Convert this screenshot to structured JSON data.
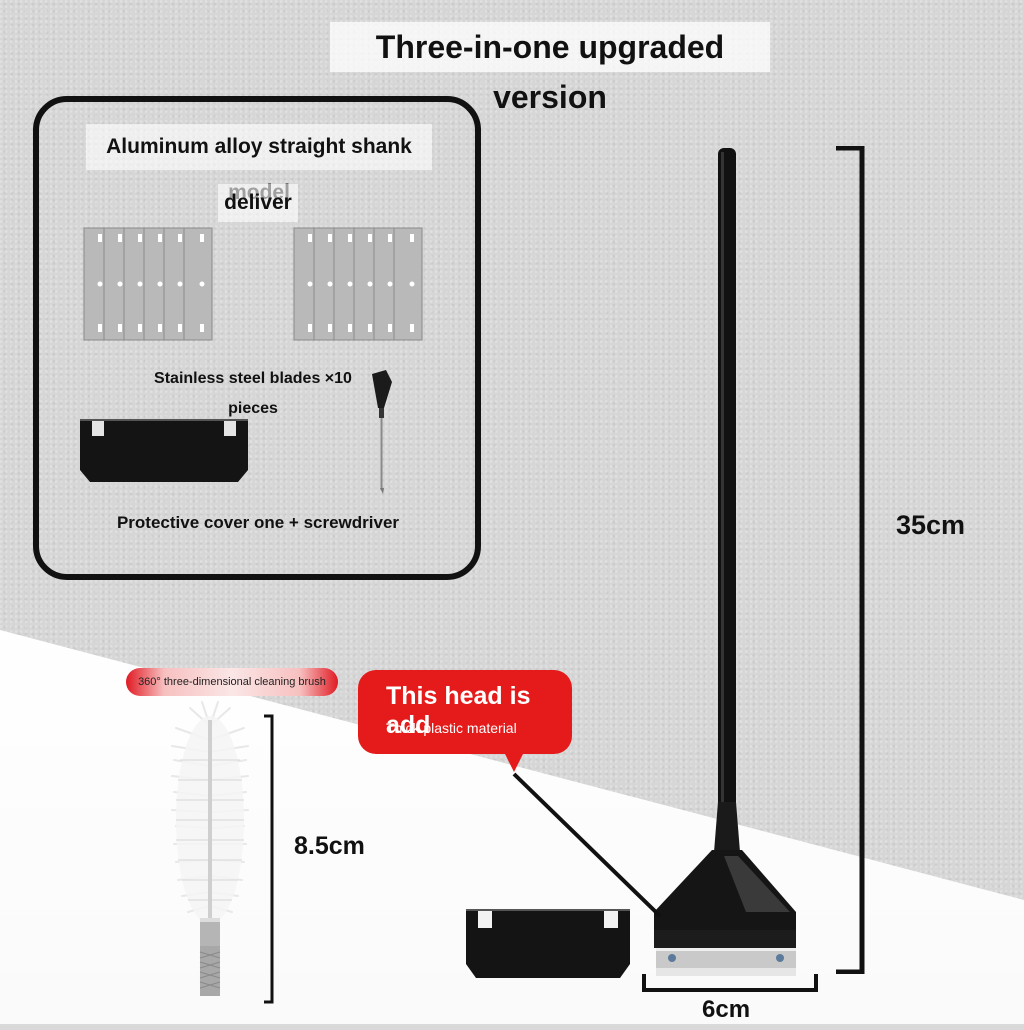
{
  "title": "Three-in-one upgraded version",
  "panel": {
    "model_label": "Aluminum alloy straight shank model",
    "deliver_label": "deliver",
    "blades_label": "Stainless steel blades ×10 pieces",
    "cover_label": "Protective cover one + screwdriver"
  },
  "dimensions": {
    "length": "35cm",
    "brush_length": "8.5cm",
    "head_width": "6cm"
  },
  "brush_tag": "360° three-dimensional cleaning brush",
  "callout": {
    "title": "This head is add",
    "subtitle": "Thick plastic material",
    "color": "#e51b1b"
  }
}
